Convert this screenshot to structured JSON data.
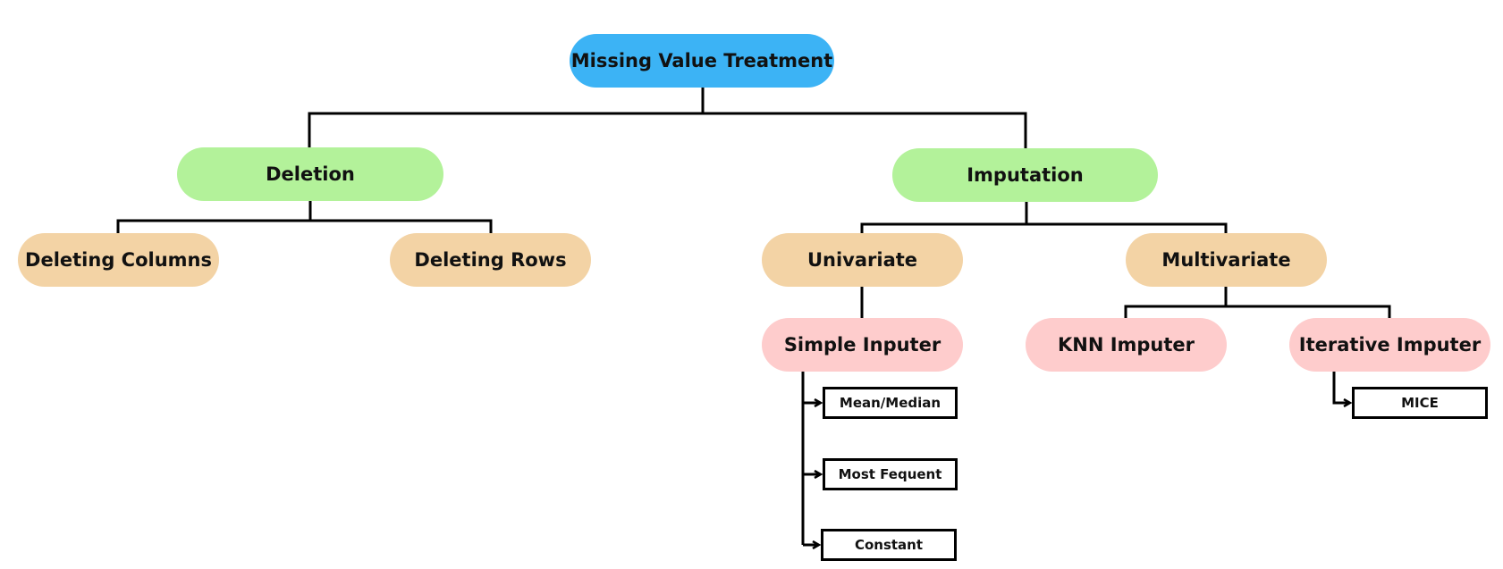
{
  "colors": {
    "root": "#3cb3f5",
    "level1": "#b3f29a",
    "level2": "#f3d3a5",
    "level3": "#fecccc",
    "lines": "#000000"
  },
  "nodes": {
    "root": "Missing Value Treatment",
    "deletion": "Deletion",
    "imputation": "Imputation",
    "deleting_columns": "Deleting Columns",
    "deleting_rows": "Deleting Rows",
    "univariate": "Univariate",
    "multivariate": "Multivariate",
    "simple_inputer": "Simple Inputer",
    "knn_imputer": "KNN Imputer",
    "iterative_imputer": "Iterative Imputer",
    "mean_median": "Mean/Median",
    "most_frequent": "Most Fequent",
    "constant": "Constant",
    "mice": "MICE"
  }
}
